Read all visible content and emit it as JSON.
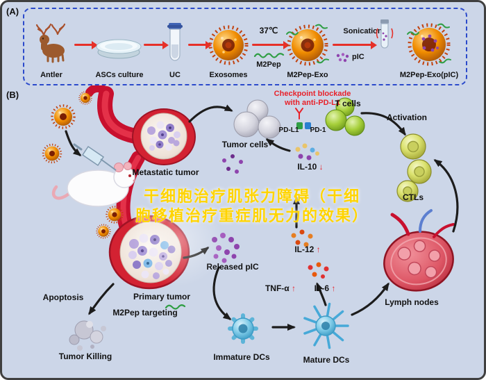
{
  "figure": {
    "panelA": {
      "label": "(A)",
      "steps": [
        {
          "name": "antler",
          "label": "Antler"
        },
        {
          "name": "ascs-culture",
          "label": "ASCs culture"
        },
        {
          "name": "uc",
          "label": "UC"
        },
        {
          "name": "exosomes",
          "label": "Exosomes"
        },
        {
          "name": "m2pep-exo",
          "label": "M2Pep-Exo"
        },
        {
          "name": "m2pep-exo-pic",
          "label": "M2Pep-Exo(pIC)"
        }
      ],
      "annotations": {
        "temperature": "37℃",
        "m2pep": "M2Pep",
        "sonication": "Sonication",
        "pic": "pIC"
      }
    },
    "panelB": {
      "label": "(B)",
      "labels": {
        "metastatic_tumor": "Metastatic tumor",
        "tumor_cells": "Tumor cells",
        "checkpoint_line1": "Checkpoint blockade",
        "checkpoint_line2": "with anti-PD-L1",
        "pd_l1": "PD-L1",
        "pd_1": "PD-1",
        "t_cells": "T cells",
        "activation": "Activation",
        "ctls": "CTLs",
        "lymph_nodes": "Lymph nodes",
        "released_pic": "Released pIC",
        "primary_tumor": "Primary tumor",
        "m2pep_targeting": "M2Pep targeting",
        "apoptosis": "Apoptosis",
        "tumor_killing": "Tumor Killing",
        "immature_dcs": "Immature DCs",
        "mature_dcs": "Mature DCs"
      },
      "cytokines": {
        "il10": {
          "name": "IL-10",
          "dir": "↓"
        },
        "il12": {
          "name": "IL-12",
          "dir": "↑"
        },
        "tnfa": {
          "name": "TNF-α",
          "dir": "↑"
        },
        "il6": {
          "name": "IL-6",
          "dir": "↑"
        }
      }
    },
    "watermark": {
      "line1": "干细胞治疗肌张力障碍（干细",
      "line2": "胞移植治疗重症肌无力的效果）"
    },
    "colors": {
      "background": "#ccd6e8",
      "panel_border": "#2b4acb",
      "arrow_red": "#e63028",
      "checkpoint_red": "#e8222a",
      "watermark_yellow": "#ffd400",
      "exosome_orange": "#f08c00",
      "pic_purple": "#8e44ad",
      "tcell_green": "#97c11f",
      "dc_blue": "#46a9d8",
      "lymph_red": "#d84a58"
    }
  }
}
